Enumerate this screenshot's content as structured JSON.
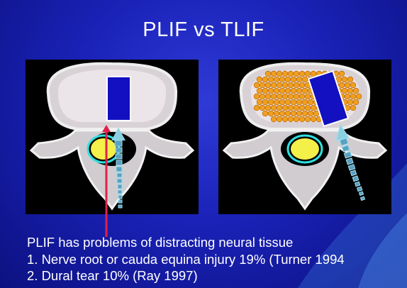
{
  "slide": {
    "title": "PLIF vs TLIF",
    "panels": [
      {
        "approach": "PLIF"
      },
      {
        "approach": "TLIF"
      }
    ],
    "body": {
      "heading": "PLIF has problems of distracting neural tissue",
      "points": [
        "1. Nerve root or cauda equina injury 19% (Turner 1994",
        "2. Dural tear 10% (Ray 1997)"
      ]
    },
    "colors": {
      "background": "#1a22b8",
      "cage": "#1210c0",
      "graft": "#f0a020",
      "dura": "#f4f04a",
      "dura_outline": "#30e0e0",
      "arrow": "#5aa0c0",
      "pointer": "#e0204a"
    }
  }
}
